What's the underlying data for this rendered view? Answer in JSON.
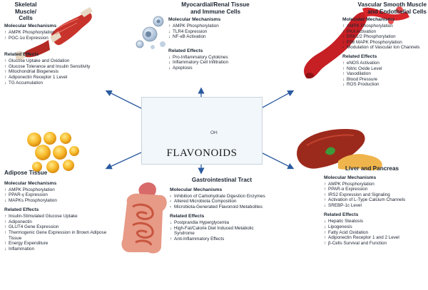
{
  "center": {
    "title": "FLAVONOIDS",
    "oh_label": "OH"
  },
  "panels": {
    "skeletal": {
      "title": "Skeletal Muscle/\nCells",
      "mech_title": "Molecular Mechanisms",
      "mech": [
        {
          "sym": "↑",
          "text": "AMPK Phosphorylation"
        },
        {
          "sym": "↑",
          "text": "PGC-1α Expression"
        }
      ],
      "eff_title": "Related Effects",
      "eff": [
        {
          "sym": "↑",
          "text": "Glucose Uptake and Oxidation"
        },
        {
          "sym": "↑",
          "text": "Glucose Tolerance and Insulin Sensitivity"
        },
        {
          "sym": "↑",
          "text": "Mitochondrial Biogenesis"
        },
        {
          "sym": "↑",
          "text": "Adiponectin Receptor 1 Level"
        },
        {
          "sym": "↓",
          "text": "TG Accumulation"
        }
      ]
    },
    "myocardial": {
      "title": "Myocardial/Renal Tissue\nand Immune Cells",
      "mech_title": "Molecular Mechanisms",
      "mech": [
        {
          "sym": "↑",
          "text": "AMPK Phosphorylation"
        },
        {
          "sym": "↓",
          "text": "TLR4 Expression"
        },
        {
          "sym": "↓",
          "text": "NF-κB Activation"
        }
      ],
      "eff_title": "Related Effects",
      "eff": [
        {
          "sym": "↓",
          "text": "Pro-Inflammatory Cytokines"
        },
        {
          "sym": "↓",
          "text": "Inflammatory Cell Infiltration"
        },
        {
          "sym": "↓",
          "text": "Apoptosis"
        }
      ]
    },
    "vascular": {
      "title": "Vascular Smooth Muscle\nand Endothelial Cells",
      "mech_title": "Molecular Mechanisms",
      "mech": [
        {
          "sym": "↑",
          "text": "AMPK Phosphorylation"
        },
        {
          "sym": "↑",
          "text": "PKA Activation"
        },
        {
          "sym": "↑",
          "text": "ERK1/2 Phosphorylation"
        },
        {
          "sym": "↑",
          "text": "P38 MAPK Phosphorylation"
        },
        {
          "sym": "-",
          "text": "Modulation of Vascular Ion Channels"
        }
      ],
      "eff_title": "Related Effects",
      "eff": [
        {
          "sym": "↑",
          "text": "eNOS Activation"
        },
        {
          "sym": "↑",
          "text": "Nitric Oxide Level"
        },
        {
          "sym": "↑",
          "text": "Vasodilation"
        },
        {
          "sym": "↓",
          "text": "Blood Pressure"
        },
        {
          "sym": "↓",
          "text": "ROS Production"
        }
      ]
    },
    "adipose": {
      "title": "Adipose Tissue",
      "mech_title": "Molecular Mechanisms",
      "mech": [
        {
          "sym": "↑",
          "text": "AMPK Phosphorylation"
        },
        {
          "sym": "↑",
          "text": "PPAR-γ Expression"
        },
        {
          "sym": "↓",
          "text": "MAPKs Phosphorylation"
        }
      ],
      "eff_title": "Related Effects",
      "eff": [
        {
          "sym": "↑",
          "text": "Insulin-Stimulated Glucose Uptake"
        },
        {
          "sym": "↑",
          "text": "Adiponectin"
        },
        {
          "sym": "↑",
          "text": "GLUT4 Gene Expression"
        },
        {
          "sym": "↑",
          "text": "Thermogenic Gene Expression in Brown Adipose Tissue"
        },
        {
          "sym": "↑",
          "text": "Energy Expenditure"
        },
        {
          "sym": "↓",
          "text": "Inflammation"
        }
      ]
    },
    "gi": {
      "title": "Gastrointestinal Tract",
      "mech_title": "Molecular Mechanisms",
      "mech": [
        {
          "sym": "-",
          "text": "Inhibition of Carbohydrate Digestion Enzymes"
        },
        {
          "sym": "-",
          "text": "Altered Microbiota Composition"
        },
        {
          "sym": "-",
          "text": "Microbiota-Generated Flavonoid Metabolites"
        }
      ],
      "eff_title": "Related Effects",
      "eff": [
        {
          "sym": "↓",
          "text": "Postprandia Hyperglycemia"
        },
        {
          "sym": "↓",
          "text": "High-Fat/Calorie Diet Induced Metabolic Syndrome"
        },
        {
          "sym": "↑",
          "text": "Anti-Inflammatory Effects"
        }
      ]
    },
    "liver": {
      "title": "Liver and Pancreas",
      "mech_title": "Molecular Mechanisms",
      "mech": [
        {
          "sym": "↑",
          "text": "AMPK Phosphorylation"
        },
        {
          "sym": "↑",
          "text": "PPAR-α Expression"
        },
        {
          "sym": "↑",
          "text": "IRS2 Expression and Signaling"
        },
        {
          "sym": "↑",
          "text": "Activation of L-Type Calcium Channels"
        },
        {
          "sym": "↓",
          "text": "SREBP-1c Level"
        }
      ],
      "eff_title": "Related Effects",
      "eff": [
        {
          "sym": "↓",
          "text": "Hepatic Steatosis"
        },
        {
          "sym": "↓",
          "text": "Lipogenesis"
        },
        {
          "sym": "↑",
          "text": "Fatty Acid Oxidation"
        },
        {
          "sym": "↑",
          "text": "Adiponectin Receptor 1 and 2 Level"
        },
        {
          "sym": "↑",
          "text": "β-Cells Survival and Function"
        }
      ]
    }
  }
}
